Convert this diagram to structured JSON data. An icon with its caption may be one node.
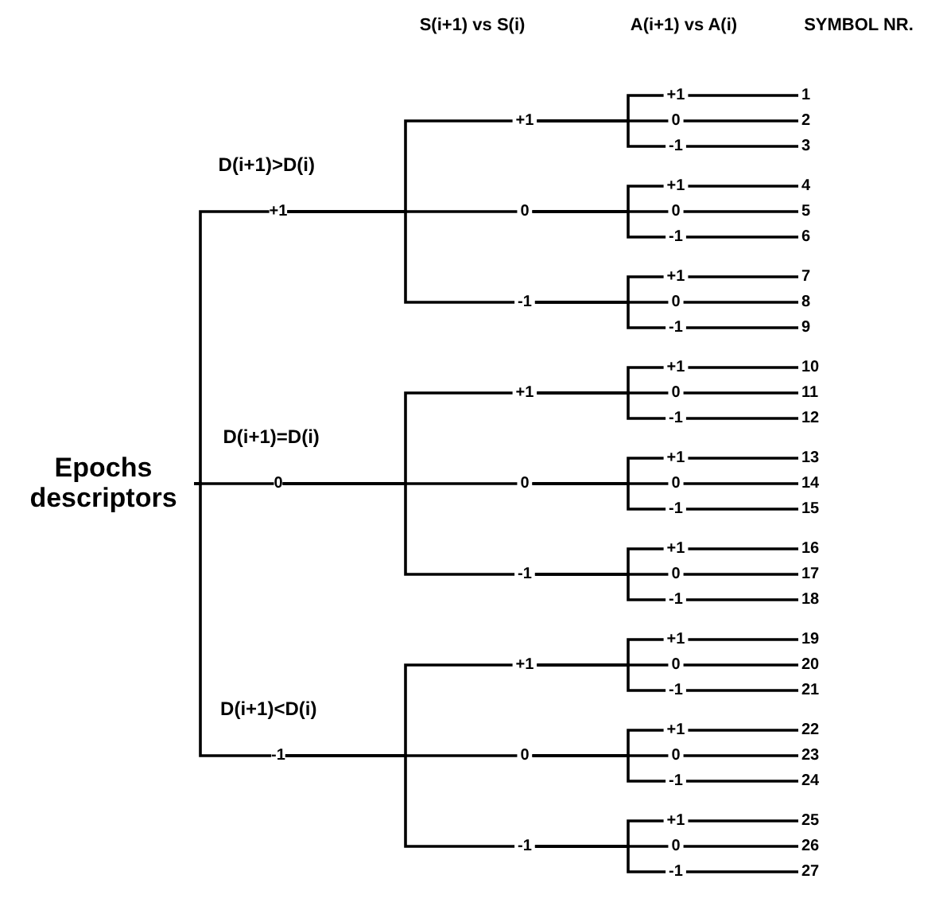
{
  "diagram": {
    "nodes": [
      {
        "text": [
          "Epochs descriptors"
        ]
      },
      {
        "text": [
          "+1"
        ],
        "beside": [
          "D(i+1)>D(i)"
        ]
      },
      {
        "text": [
          "0"
        ],
        "beside": [
          "D(i+1)=D(i)"
        ]
      },
      {
        "text": [
          "-1"
        ],
        "beside": [
          "D(i+1)<D(i)"
        ]
      },
      {
        "text": [
          "+1"
        ]
      },
      {
        "text": [
          "0"
        ]
      },
      {
        "text": [
          "-1"
        ]
      },
      {
        "text": [
          "+1"
        ]
      },
      {
        "text": [
          "0"
        ]
      },
      {
        "text": [
          "-1"
        ]
      },
      {
        "text": [
          "+1"
        ]
      },
      {
        "text": [
          "0"
        ]
      },
      {
        "text": [
          "-1"
        ]
      },
      {
        "text": [
          "+1"
        ]
      },
      {
        "text": [
          "0"
        ]
      },
      {
        "text": [
          "-1"
        ]
      },
      {
        "text": [
          "+1"
        ]
      },
      {
        "text": [
          "0"
        ]
      },
      {
        "text": [
          "-1"
        ]
      },
      {
        "text": [
          "+1"
        ]
      },
      {
        "text": [
          "0"
        ]
      },
      {
        "text": [
          "-1"
        ]
      },
      {
        "text": [
          "+1"
        ]
      },
      {
        "text": [
          "0"
        ]
      },
      {
        "text": [
          "-1"
        ]
      },
      {
        "text": [
          "+1"
        ]
      },
      {
        "text": [
          "0"
        ]
      },
      {
        "text": [
          "-1"
        ]
      },
      {
        "text": [
          "+1"
        ]
      },
      {
        "text": [
          "0"
        ]
      },
      {
        "text": [
          "-1"
        ]
      },
      {
        "text": [
          "+1"
        ]
      },
      {
        "text": [
          "0"
        ]
      },
      {
        "text": [
          "-1"
        ]
      },
      {
        "text": [
          "+1"
        ]
      },
      {
        "text": [
          "0"
        ]
      },
      {
        "text": [
          "-1"
        ]
      },
      {
        "text": [
          "+1"
        ]
      },
      {
        "text": [
          "0"
        ]
      },
      {
        "text": [
          "-1"
        ]
      },
      {
        "text": [
          "1"
        ]
      },
      {
        "text": [
          "2"
        ]
      },
      {
        "text": [
          "3"
        ]
      },
      {
        "text": [
          "4"
        ]
      },
      {
        "text": [
          "5"
        ]
      },
      {
        "text": [
          "6"
        ]
      },
      {
        "text": [
          "7"
        ]
      },
      {
        "text": [
          "8"
        ]
      },
      {
        "text": [
          "9"
        ]
      },
      {
        "text": [
          "10"
        ]
      },
      {
        "text": [
          "11"
        ]
      },
      {
        "text": [
          "12"
        ]
      },
      {
        "text": [
          "13"
        ]
      },
      {
        "text": [
          "14"
        ]
      },
      {
        "text": [
          "15"
        ]
      },
      {
        "text": [
          "16"
        ]
      },
      {
        "text": [
          "17"
        ]
      },
      {
        "text": [
          "18"
        ]
      },
      {
        "text": [
          "19"
        ]
      },
      {
        "text": [
          "20"
        ]
      },
      {
        "text": [
          "21"
        ]
      },
      {
        "text": [
          "22"
        ]
      },
      {
        "text": [
          "23"
        ]
      },
      {
        "text": [
          "24"
        ]
      },
      {
        "text": [
          "25"
        ]
      },
      {
        "text": [
          "26"
        ]
      },
      {
        "text": [
          "27"
        ]
      }
    ],
    "edges": [
      {
        "from": 0,
        "to": 1,
        "arrow": "none"
      },
      {
        "from": 0,
        "to": 2,
        "arrow": "none"
      },
      {
        "from": 0,
        "to": 3,
        "arrow": "none"
      },
      {
        "from": 1,
        "to": 4,
        "arrow": "none"
      },
      {
        "from": 1,
        "to": 5,
        "arrow": "none"
      },
      {
        "from": 1,
        "to": 6,
        "arrow": "none"
      },
      {
        "from": 2,
        "to": 7,
        "arrow": "none"
      },
      {
        "from": 2,
        "to": 8,
        "arrow": "none"
      },
      {
        "from": 2,
        "to": 9,
        "arrow": "none"
      },
      {
        "from": 3,
        "to": 10,
        "arrow": "none"
      },
      {
        "from": 3,
        "to": 11,
        "arrow": "none"
      },
      {
        "from": 3,
        "to": 12,
        "arrow": "none"
      },
      {
        "from": 4,
        "to": 13,
        "arrow": "none"
      },
      {
        "from": 4,
        "to": 14,
        "arrow": "none"
      },
      {
        "from": 4,
        "to": 15,
        "arrow": "none"
      },
      {
        "from": 5,
        "to": 16,
        "arrow": "none"
      },
      {
        "from": 5,
        "to": 17,
        "arrow": "none"
      },
      {
        "from": 5,
        "to": 18,
        "arrow": "none"
      },
      {
        "from": 6,
        "to": 19,
        "arrow": "none"
      },
      {
        "from": 6,
        "to": 20,
        "arrow": "none"
      },
      {
        "from": 6,
        "to": 21,
        "arrow": "none"
      },
      {
        "from": 7,
        "to": 22,
        "arrow": "none"
      },
      {
        "from": 7,
        "to": 23,
        "arrow": "none"
      },
      {
        "from": 7,
        "to": 24,
        "arrow": "none"
      },
      {
        "from": 8,
        "to": 25,
        "arrow": "none"
      },
      {
        "from": 8,
        "to": 26,
        "arrow": "none"
      },
      {
        "from": 8,
        "to": 27,
        "arrow": "none"
      },
      {
        "from": 9,
        "to": 28,
        "arrow": "none"
      },
      {
        "from": 9,
        "to": 29,
        "arrow": "none"
      },
      {
        "from": 9,
        "to": 30,
        "arrow": "none"
      },
      {
        "from": 10,
        "to": 31,
        "arrow": "none"
      },
      {
        "from": 10,
        "to": 32,
        "arrow": "none"
      },
      {
        "from": 10,
        "to": 33,
        "arrow": "none"
      },
      {
        "from": 11,
        "to": 34,
        "arrow": "none"
      },
      {
        "from": 11,
        "to": 35,
        "arrow": "none"
      },
      {
        "from": 11,
        "to": 36,
        "arrow": "none"
      },
      {
        "from": 12,
        "to": 37,
        "arrow": "none"
      },
      {
        "from": 12,
        "to": 38,
        "arrow": "none"
      },
      {
        "from": 12,
        "to": 39,
        "arrow": "none"
      },
      {
        "from": 13,
        "to": 40,
        "arrow": "none"
      },
      {
        "from": 14,
        "to": 41,
        "arrow": "none"
      },
      {
        "from": 15,
        "to": 42,
        "arrow": "none"
      },
      {
        "from": 16,
        "to": 43,
        "arrow": "none"
      },
      {
        "from": 17,
        "to": 44,
        "arrow": "none"
      },
      {
        "from": 18,
        "to": 45,
        "arrow": "none"
      },
      {
        "from": 19,
        "to": 46,
        "arrow": "none"
      },
      {
        "from": 20,
        "to": 47,
        "arrow": "none"
      },
      {
        "from": 21,
        "to": 48,
        "arrow": "none"
      },
      {
        "from": 22,
        "to": 49,
        "arrow": "none"
      },
      {
        "from": 23,
        "to": 50,
        "arrow": "none"
      },
      {
        "from": 24,
        "to": 51,
        "arrow": "none"
      },
      {
        "from": 25,
        "to": 52,
        "arrow": "none"
      },
      {
        "from": 26,
        "to": 53,
        "arrow": "none"
      },
      {
        "from": 27,
        "to": 54,
        "arrow": "none"
      },
      {
        "from": 28,
        "to": 55,
        "arrow": "none"
      },
      {
        "from": 29,
        "to": 56,
        "arrow": "none"
      },
      {
        "from": 30,
        "to": 57,
        "arrow": "none"
      },
      {
        "from": 31,
        "to": 58,
        "arrow": "none"
      },
      {
        "from": 32,
        "to": 59,
        "arrow": "none"
      },
      {
        "from": 33,
        "to": 60,
        "arrow": "none"
      },
      {
        "from": 34,
        "to": 61,
        "arrow": "none"
      },
      {
        "from": 35,
        "to": 62,
        "arrow": "none"
      },
      {
        "from": 36,
        "to": 63,
        "arrow": "none"
      },
      {
        "from": 37,
        "to": 64,
        "arrow": "none"
      },
      {
        "from": 38,
        "to": 65,
        "arrow": "none"
      },
      {
        "from": 39,
        "to": 66,
        "arrow": "none"
      }
    ],
    "labels": [
      "S(i+1) vs S(i)",
      "A(i+1) vs A(i)",
      "SYMBOL NR."
    ]
  }
}
